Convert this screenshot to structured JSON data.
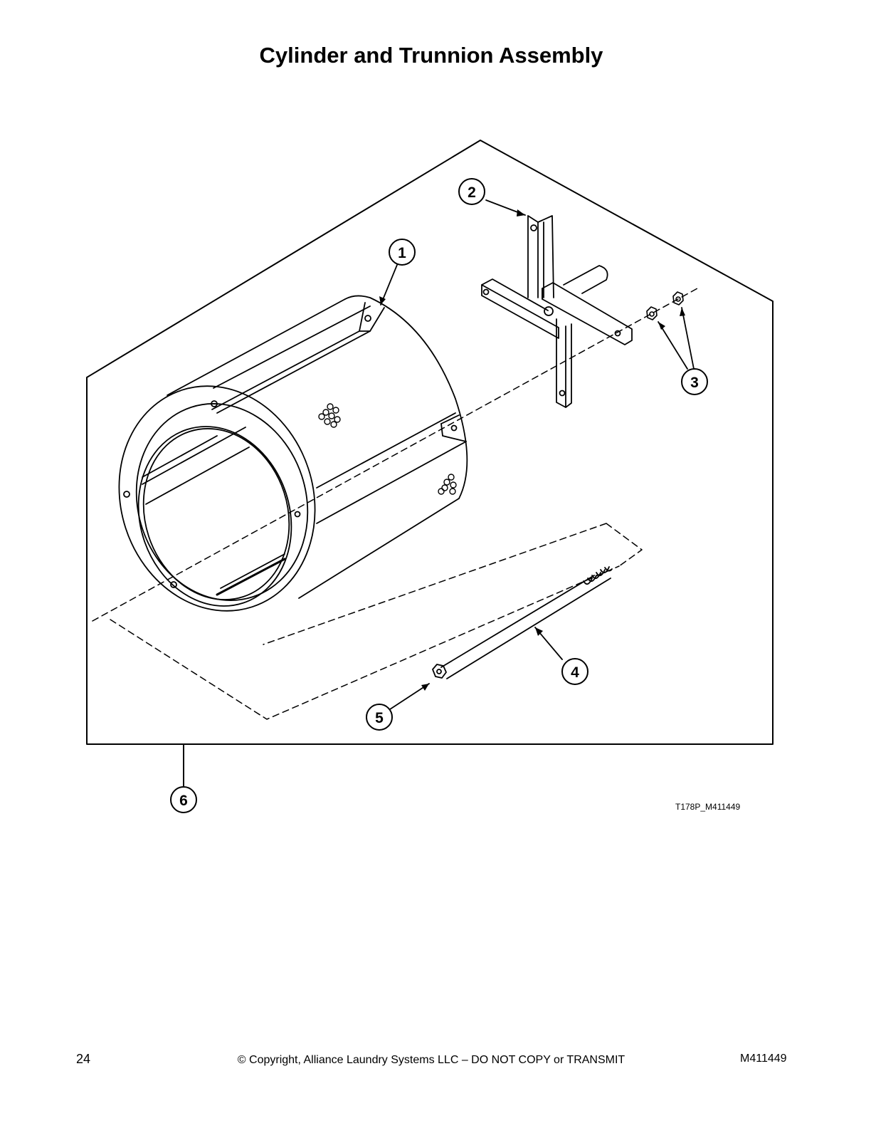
{
  "page": {
    "title": "Cylinder and Trunnion Assembly",
    "figure_id": "T178P_M411449",
    "page_number": "24",
    "copyright": "© Copyright, Alliance Laundry Systems LLC – DO NOT COPY or TRANSMIT",
    "document_number": "M411449"
  },
  "diagram": {
    "description": "Exploded isometric view of cylinder and trunnion assembly",
    "callouts": [
      {
        "number": "1",
        "part": "cylinder"
      },
      {
        "number": "2",
        "part": "trunnion-spider"
      },
      {
        "number": "3",
        "part": "nuts"
      },
      {
        "number": "4",
        "part": "rod"
      },
      {
        "number": "5",
        "part": "end-nut"
      },
      {
        "number": "6",
        "part": "complete-assembly"
      }
    ]
  }
}
